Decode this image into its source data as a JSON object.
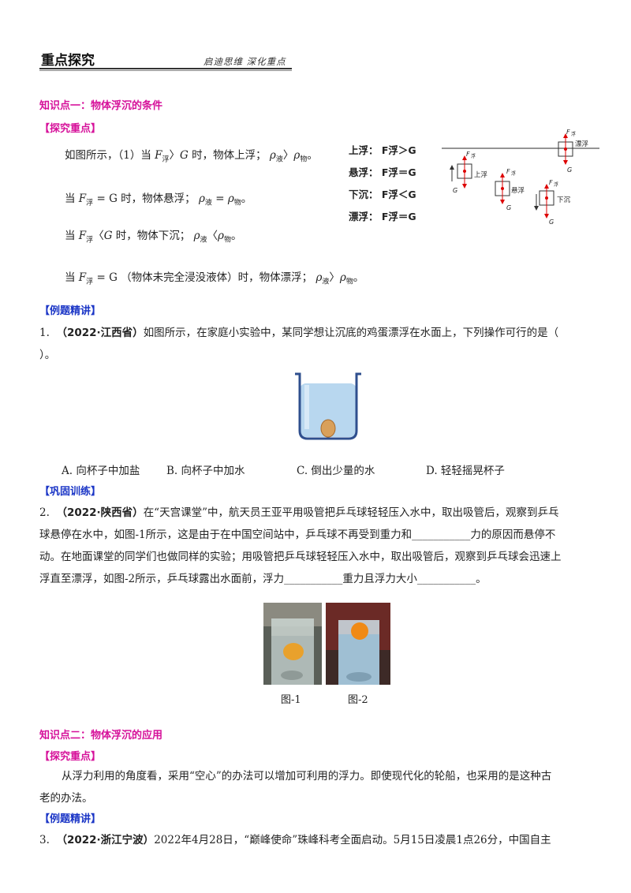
{
  "header": {
    "title": "重点探究",
    "tagline": "启迪思维  深化重点"
  },
  "section1": {
    "title": "知识点一：物体浮沉的条件",
    "explore_tag": "【探究重点】",
    "line1_prefix": "如图所示，（1）当",
    "line1_mid": "时，物体上浮；",
    "line2_prefix": "当",
    "line2_mid": "时，物体悬浮；",
    "line3_prefix": "当",
    "line3_mid": "时，物体下沉；",
    "line4_prefix": "当",
    "line4_mid": "（物体未完全浸没液体）时，物体漂浮；",
    "rules": [
      {
        "label": "上浮：",
        "expr": "F浮＞G"
      },
      {
        "label": "悬浮：",
        "expr": "F浮＝G"
      },
      {
        "label": "下沉：",
        "expr": "F浮＜G"
      },
      {
        "label": "漂浮：",
        "expr": "F浮＝G"
      }
    ],
    "diagram": {
      "labels": {
        "rise": "上浮",
        "suspend": "悬浮",
        "sink": "下沉",
        "float": "漂浮",
        "f": "F",
        "f_sub": "浮",
        "g": "G"
      }
    },
    "example_tag": "【例题精讲】",
    "q1": {
      "num": "1.",
      "source": "（2022·江西省）",
      "text_a": "如图所示，在家庭小实验中，某同学想让沉底的鸡蛋漂浮在水面上，下列操作可行的是（",
      "text_b": "）。",
      "options": [
        "A.  向杯子中加盐",
        "B.  向杯子中加水",
        "C.  倒出少量的水",
        "D.  轻轻摇晃杯子"
      ]
    },
    "practice_tag": "【巩固训练】",
    "q2": {
      "num": "2.",
      "source": "（2022·陕西省）",
      "line1": "在“天宫课堂”中，航天员王亚平用吸管把乒乓球轻轻压入水中，取出吸管后，观察到乒乓",
      "line2": "球悬停在水中，如图-1所示，这是由于在中国空间站中，乒乓球不再受到重力和___________力的原因而悬停不",
      "line3": "动。在地面课堂的同学们也做同样的实验；用吸管把乒乓球轻轻压入水中，取出吸管后，观察到乒乓球会迅速上",
      "line4": "浮直至漂浮，如图-2所示，乒乓球露出水面前，浮力___________重力且浮力大小___________。",
      "fig1": "图-1",
      "fig2": "图-2"
    }
  },
  "section2": {
    "title": "知识点二：物体浮沉的应用",
    "explore_tag": "【探究重点】",
    "para1": "从浮力利用的角度看，采用“空心”的办法可以增加可利用的浮力。即使现代化的轮船，也采用的是这种古",
    "para2": "老的办法。",
    "example_tag": "【例题精讲】",
    "q3": {
      "num": "3.",
      "source": "（2022·浙江宁波）",
      "text": "2022年4月28日，“巅峰使命”珠峰科考全面启动。5月15日凌晨1点26分，中国自主"
    }
  }
}
